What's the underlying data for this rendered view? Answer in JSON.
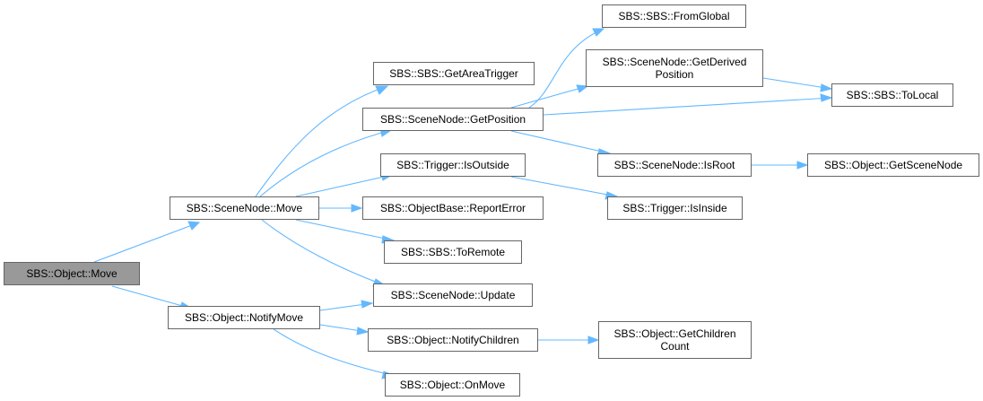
{
  "colors": {
    "edge": "#63b8ff",
    "node_border": "#666666",
    "root_fill": "#999999",
    "node_fill": "#ffffff"
  },
  "nodes": {
    "object_move": {
      "lines": [
        "SBS::Object::Move"
      ]
    },
    "scenenode_move": {
      "lines": [
        "SBS::SceneNode::Move"
      ]
    },
    "object_notifymove": {
      "lines": [
        "SBS::Object::NotifyMove"
      ]
    },
    "sbs_getareatrigger": {
      "lines": [
        "SBS::SBS::GetAreaTrigger"
      ]
    },
    "scenenode_getposition": {
      "lines": [
        "SBS::SceneNode::GetPosition"
      ]
    },
    "trigger_isoutside": {
      "lines": [
        "SBS::Trigger::IsOutside"
      ]
    },
    "objectbase_reporterror": {
      "lines": [
        "SBS::ObjectBase::ReportError"
      ]
    },
    "sbs_toremote": {
      "lines": [
        "SBS::SBS::ToRemote"
      ]
    },
    "scenenode_update": {
      "lines": [
        "SBS::SceneNode::Update"
      ]
    },
    "object_notifychildren": {
      "lines": [
        "SBS::Object::NotifyChildren"
      ]
    },
    "object_onmove": {
      "lines": [
        "SBS::Object::OnMove"
      ]
    },
    "sbs_fromglobal": {
      "lines": [
        "SBS::SBS::FromGlobal"
      ]
    },
    "scenenode_getderivedposition": {
      "lines": [
        "SBS::SceneNode::GetDerived",
        "Position"
      ]
    },
    "scenenode_isroot": {
      "lines": [
        "SBS::SceneNode::IsRoot"
      ]
    },
    "trigger_isinside": {
      "lines": [
        "SBS::Trigger::IsInside"
      ]
    },
    "object_getchildrencount": {
      "lines": [
        "SBS::Object::GetChildren",
        "Count"
      ]
    },
    "sbs_tolocal": {
      "lines": [
        "SBS::SBS::ToLocal"
      ]
    },
    "object_getscenenode": {
      "lines": [
        "SBS::Object::GetSceneNode"
      ]
    }
  }
}
